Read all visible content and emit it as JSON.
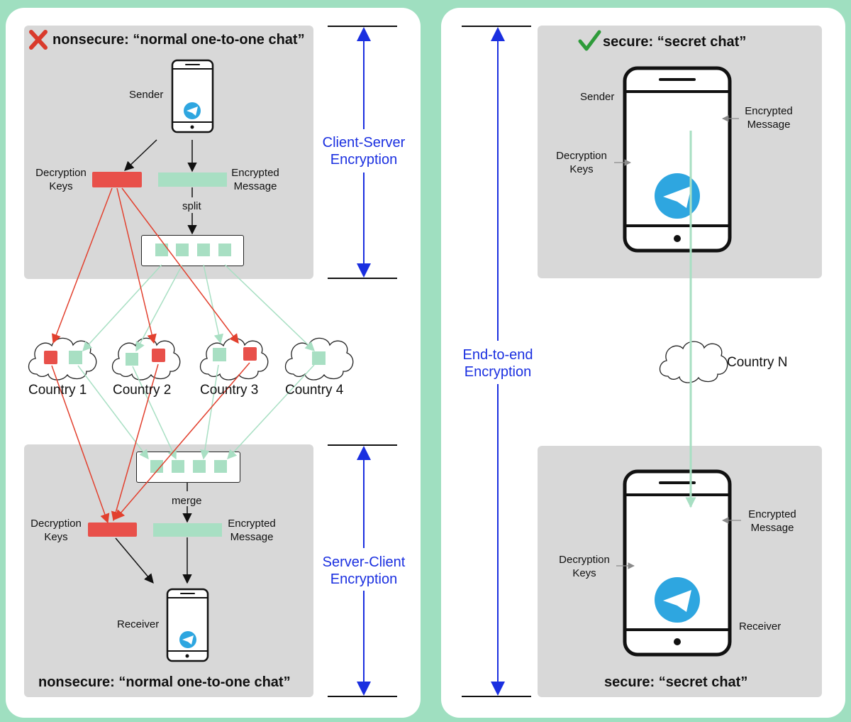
{
  "left": {
    "title_top": "nonsecure: “normal one-to-one chat”",
    "title_bottom": "nonsecure: “normal one-to-one chat”",
    "sender": "Sender",
    "receiver": "Receiver",
    "decryption_keys": "Decryption\nKeys",
    "encrypted_message": "Encrypted\nMessage",
    "split": "split",
    "merge": "merge",
    "countries": [
      "Country 1",
      "Country 2",
      "Country 3",
      "Country 4"
    ],
    "client_server": "Client-Server\nEncryption",
    "server_client": "Server-Client\nEncryption"
  },
  "right": {
    "title_top": "secure: “secret chat”",
    "title_bottom": "secure: “secret chat”",
    "sender": "Sender",
    "receiver": "Receiver",
    "decryption_keys": "Decryption\nKeys",
    "encrypted_message": "Encrypted\nMessage",
    "country": "Country N",
    "end_to_end": "End-to-end\nEncryption"
  },
  "colors": {
    "background": "#9fdfc0",
    "red": "#e8504a",
    "green": "#a8dfc3",
    "blue_arrow": "#1a2fe0",
    "telegram": "#2ea6e0"
  },
  "icons": {
    "cross": "cross-mark-icon",
    "check": "check-mark-icon",
    "phone": "smartphone-icon",
    "telegram": "telegram-logo-icon",
    "cloud": "cloud-icon"
  }
}
